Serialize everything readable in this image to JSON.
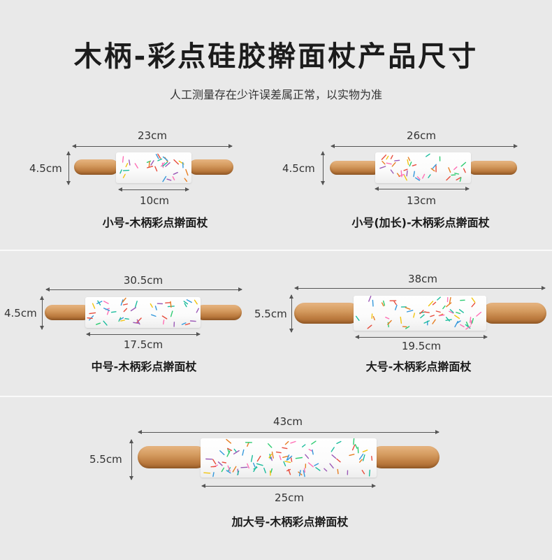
{
  "header": {
    "title": "木柄-彩点硅胶擀面杖产品尺寸",
    "subtitle": "人工测量存在少许误差属正常，以实物为准"
  },
  "colors": {
    "background": "#e9e9e9",
    "divider": "#fafafa",
    "wood": "#c98a4e",
    "silicone": "#ffffff",
    "sprinkles": [
      "#e74c3c",
      "#3498db",
      "#f1c40f",
      "#2ecc71",
      "#9b59b6",
      "#e67e22",
      "#1abc9c",
      "#ff6fb5"
    ]
  },
  "products": [
    {
      "name": "小号-木柄彩点擀面杖",
      "total_length": "23cm",
      "body_length": "10cm",
      "height": "4.5cm"
    },
    {
      "name": "小号(加长)-木柄彩点擀面杖",
      "total_length": "26cm",
      "body_length": "13cm",
      "height": "4.5cm"
    },
    {
      "name": "中号-木柄彩点擀面杖",
      "total_length": "30.5cm",
      "body_length": "17.5cm",
      "height": "4.5cm"
    },
    {
      "name": "大号-木柄彩点擀面杖",
      "total_length": "38cm",
      "body_length": "19.5cm",
      "height": "5.5cm"
    },
    {
      "name": "加大号-木柄彩点擀面杖",
      "total_length": "43cm",
      "body_length": "25cm",
      "height": "5.5cm"
    }
  ]
}
